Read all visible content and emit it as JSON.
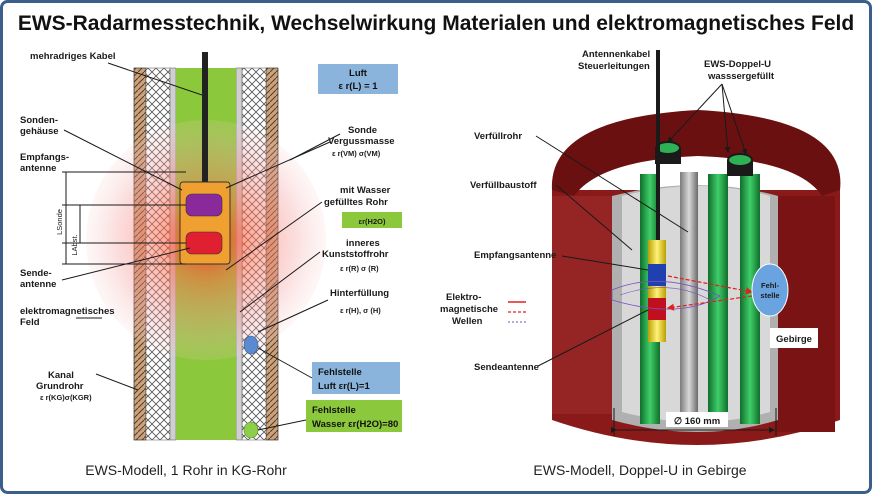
{
  "title": "EWS-Radarmesstechnik, Wechselwirkung Materialen und elektromagnetisches  Feld",
  "left": {
    "caption": "EWS-Modell, 1 Rohr in KG-Rohr",
    "labels": {
      "kabel": "mehradriges Kabel",
      "sondengehaeuse_1": "Sonden-",
      "sondengehaeuse_2": "gehäuse",
      "empfang_1": "Empfangs-",
      "empfang_2": "antenne",
      "sende_1": "Sende-",
      "sende_2": "antenne",
      "feld_1": "elektromagnetisches",
      "feld_2": "Feld",
      "kanal_1": "Kanal",
      "kanal_2": "Grundrohr",
      "kanal_eps": "ε r(KG)σ(KGR)",
      "luft_1": "Luft",
      "luft_eps": "ε r(L) = 1",
      "verguss_1": "Sonde",
      "verguss_2": "Vergussmasse",
      "verguss_eps": "ε r(VM)  σ(VM)",
      "wasser_1": "mit Wasser",
      "wasser_2": "gefülltes  Rohr",
      "wasser_eps": "εr(H2O)",
      "kunst_1": "inneres",
      "kunst_2": "Kunststoffrohr",
      "kunst_eps": "ε r(R)  σ (R)",
      "hinter_1": "Hinterfüllung",
      "hinter_eps": "ε r(H), σ (H)",
      "fehl_luft_1": "Fehlstelle",
      "fehl_luft_2": "Luft εr(L)=1",
      "fehl_wasser_1": "Fehlstelle",
      "fehl_wasser_2": "Wasser εr(H2O)=80",
      "lsonde": "LSonde",
      "labst": "LAbst."
    }
  },
  "right": {
    "caption": "EWS-Modell, Doppel-U in Gebirge",
    "labels": {
      "antennen_1": "Antennenkabel",
      "antennen_2": "Steuerleitungen",
      "doppelu_1": "EWS-Doppel-U",
      "doppelu_2": "wasssergefüllt",
      "verfuellrohr": "Verfüllrohr",
      "verfuellbaustoff": "Verfüllbaustoff",
      "empfangsantenne": "Empfangsantenne",
      "wellen_1": "Elektro-",
      "wellen_2": "magnetische",
      "wellen_3": "Wellen",
      "sendeantenne": "Sendeantenne",
      "fehlstelle_1": "Fehl-",
      "fehlstelle_2": "stelle",
      "gebirge": "Gebirge",
      "durchmesser": "∅ 160 mm"
    }
  },
  "colors": {
    "border": "#3b5f8a",
    "green": "#8cc83c",
    "brick": "#7a1a1a",
    "blue_box": "#8ab4dc",
    "dark_green": "#1e8a3c"
  }
}
